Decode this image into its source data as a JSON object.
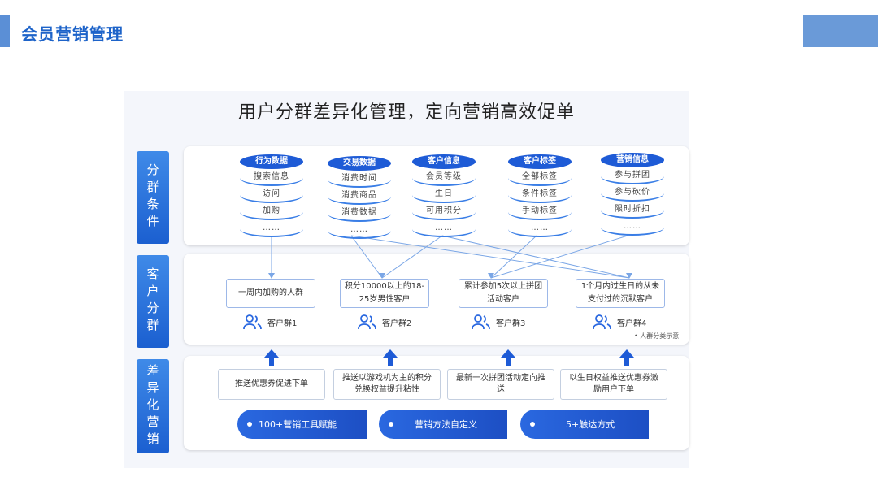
{
  "header": {
    "title": "会员营销管理"
  },
  "figure": {
    "title": "用户分群差异化管理，定向营销高效促单",
    "side_labels": {
      "condition": "分群条件",
      "segment": "客户分群",
      "marketing": "差异化营销"
    },
    "databases": [
      {
        "title": "行为数据",
        "items": [
          "搜索信息",
          "访问",
          "加购",
          "……"
        ]
      },
      {
        "title": "交易数据",
        "items": [
          "消费时间",
          "消费商品",
          "消费数据",
          "……"
        ]
      },
      {
        "title": "客户信息",
        "items": [
          "会员等级",
          "生日",
          "可用积分",
          "……"
        ]
      },
      {
        "title": "客户标签",
        "items": [
          "全部标签",
          "条件标签",
          "手动标签",
          "……"
        ]
      },
      {
        "title": "营销信息",
        "items": [
          "参与拼团",
          "参与砍价",
          "限时折扣",
          "……"
        ]
      }
    ],
    "segments": [
      {
        "desc": "一周内加购的人群",
        "group": "客户群1"
      },
      {
        "desc": "积分10000以上的18-25岁男性客户",
        "group": "客户群2"
      },
      {
        "desc": "累计参加5次以上拼团活动客户",
        "group": "客户群3"
      },
      {
        "desc": "1个月内过生日的从未支付过的沉默客户",
        "group": "客户群4"
      }
    ],
    "note": "人群分类示意",
    "actions": [
      "推送优惠券促进下单",
      "推送以游戏机为主的积分兑换权益提升粘性",
      "最新一次拼团活动定向推送",
      "以生日权益推送优惠券激励用户下单"
    ],
    "pills": [
      "100+营销工具赋能",
      "营销方法自定义",
      "5+触达方式"
    ],
    "colors": {
      "primary": "#1e5bd6",
      "accent": "#3a7ee6"
    }
  }
}
